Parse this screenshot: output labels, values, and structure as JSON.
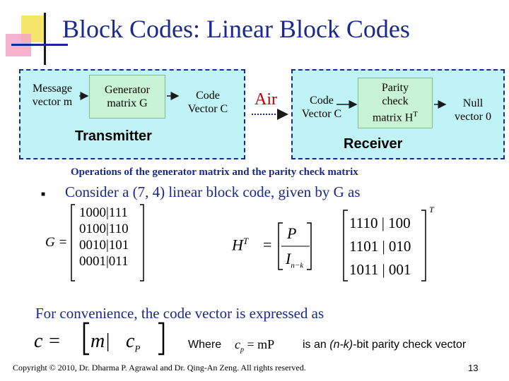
{
  "slide": {
    "title": "Block Codes: Linear Block Codes",
    "page_number": "13",
    "copyright": "Copyright © 2010, Dr. Dharma P. Agrawal and Dr. Qing-An Zeng. All rights reserved."
  },
  "diagram": {
    "message_vector": [
      "Message",
      "vector m"
    ],
    "generator_matrix": [
      "Generator",
      "matrix G"
    ],
    "code_vector_tx": [
      "Code",
      "Vector C"
    ],
    "air": "Air",
    "code_vector_rx": [
      "Code",
      "Vector C"
    ],
    "parity_check": [
      "Parity",
      "check",
      "matrix H",
      "T"
    ],
    "null_vector": [
      "Null",
      "vector 0"
    ],
    "transmitter_label": "Transmitter",
    "receiver_label": "Receiver",
    "caption": "Operations of the generator matrix and the parity check matrix"
  },
  "content": {
    "bullet_text": "Consider a (7, 4) linear block code, given by G as",
    "g_label": "G =",
    "g_rows": [
      "1000|111",
      "0100|110",
      "0010|101",
      "0001|011"
    ],
    "ht_label": "H",
    "ht_sup": "T",
    "ht_eq": "=",
    "ht_top": "P",
    "ht_bottom": "I",
    "ht_bottom_sub": "n−k",
    "h_rows": [
      "1110 | 100",
      "1101 | 010",
      "1011 | 001"
    ],
    "h_sup": "T",
    "convenience_text": "For convenience, the code vector is expressed as",
    "c_lhs": "c =",
    "c_m": "m|",
    "c_cp": "c",
    "c_cp_sub": "P",
    "where_label": "Where",
    "cp_eq": "c",
    "cp_eq_sub": "p",
    "cp_eq_rhs": "= mP",
    "parity_desc_pre": "is an ",
    "parity_desc_em": "(n-k)",
    "parity_desc_post": "-bit parity check vector"
  },
  "colors": {
    "title": "#1a2a8c",
    "box_fill": "#bff3f5",
    "box_border": "#1a2a8c",
    "block_fill": "#c9f3d5"
  }
}
